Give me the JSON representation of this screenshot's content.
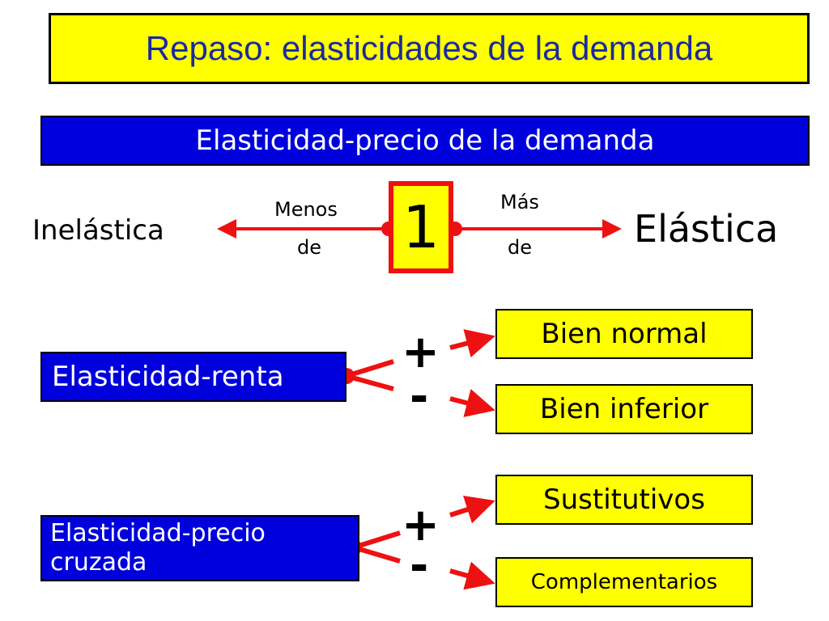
{
  "title": "Repaso: elasticidades de la demanda",
  "precio": {
    "header": "Elasticidad-precio de la demanda",
    "left_label": "Inelástica",
    "right_label": "Elástica",
    "center_value": "1",
    "less_top": "Menos",
    "less_bottom": "de",
    "more_top": "Más",
    "more_bottom": "de"
  },
  "renta": {
    "label": "Elasticidad-renta",
    "plus": "+",
    "minus": "-",
    "positive_outcome": "Bien normal",
    "negative_outcome": "Bien inferior"
  },
  "cruzada": {
    "label_line1": "Elasticidad-precio",
    "label_line2": "cruzada",
    "plus": "+",
    "minus": "-",
    "positive_outcome": "Sustitutivos",
    "negative_outcome": "Complementarios"
  },
  "colors": {
    "title_bg": "#ffff00",
    "title_text": "#1a2a9e",
    "header_bg": "#0000dd",
    "arrow": "#ee1111"
  }
}
